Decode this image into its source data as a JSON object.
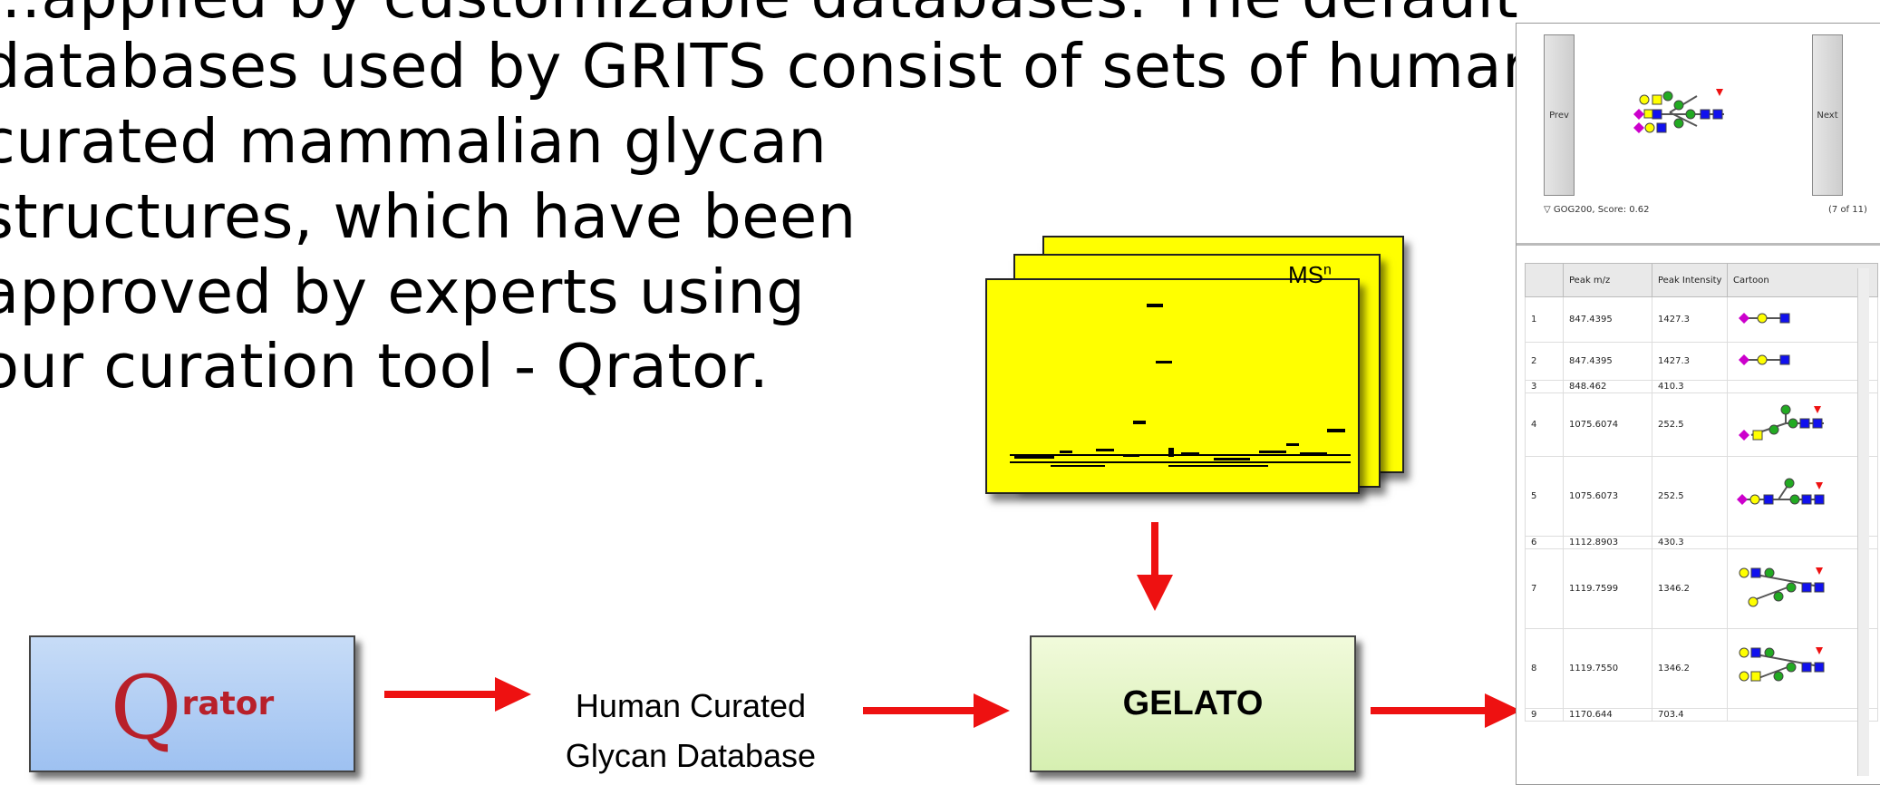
{
  "paragraph": [
    "...applied by customizable databases. The default",
    "databases used by GRITS consist of sets of human",
    "curated mammalian glycan",
    "structures, which have been",
    "approved by experts using",
    "our curation tool - Qrator."
  ],
  "qrator_box": {
    "logo_big": "Q",
    "logo_rest": "rator"
  },
  "database_label": {
    "line1": "Human Curated",
    "line2": "Glycan Database"
  },
  "gelato_box": {
    "label": "GELATO"
  },
  "msn_label": {
    "base": "MS",
    "sup": "n"
  },
  "grits_panel": {
    "prev_label": "Prev",
    "next_label": "Next",
    "score_text": "GOG200, Score: 0.62",
    "counter_text": "(7 of 11)",
    "columns": [
      "",
      "Peak m/z",
      "Peak Intensity",
      "Cartoon"
    ],
    "rows": [
      [
        "1",
        "847.4395",
        "1427.3"
      ],
      [
        "2",
        "847.4395",
        "1427.3"
      ],
      [
        "3",
        "848.462",
        "410.3"
      ],
      [
        "4",
        "1075.6074",
        "252.5"
      ],
      [
        "5",
        "1075.6073",
        "252.5"
      ],
      [
        "6",
        "1112.8903",
        "430.3"
      ],
      [
        "7",
        "1119.7599",
        "1346.2"
      ],
      [
        "8",
        "1119.7550",
        "1346.2"
      ],
      [
        "9",
        "1170.644",
        "703.4"
      ]
    ]
  },
  "colors": {
    "arrow": "#ee1111",
    "folder": "#ffff00",
    "qrator_red": "#b8202a"
  }
}
